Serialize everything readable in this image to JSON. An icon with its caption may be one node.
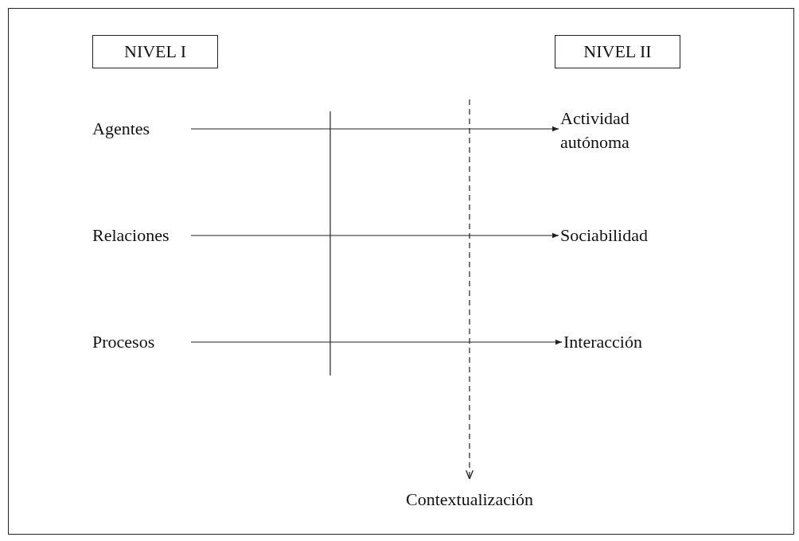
{
  "diagram": {
    "nodes": [
      {
        "text": [
          "NIVEL I"
        ]
      },
      {
        "text": [
          "NIVEL II"
        ]
      },
      {
        "text": [
          "Agentes"
        ]
      },
      {
        "text": [
          "Actividad autónoma"
        ]
      },
      {
        "text": [
          "Relaciones"
        ]
      },
      {
        "text": [
          "Sociabilidad"
        ]
      },
      {
        "text": [
          "Procesos"
        ]
      },
      {
        "text": [
          "Interacción"
        ]
      },
      {
        "text": [
          "Contextualización"
        ]
      }
    ],
    "edges": [
      {
        "from": 2,
        "to": 3,
        "arrow": "to"
      },
      {
        "from": 4,
        "to": 5,
        "arrow": "to"
      },
      {
        "from": 6,
        "to": 7,
        "arrow": "to"
      },
      {
        "from": null,
        "to": 8,
        "arrow": "to",
        "style": "dashed"
      }
    ]
  }
}
